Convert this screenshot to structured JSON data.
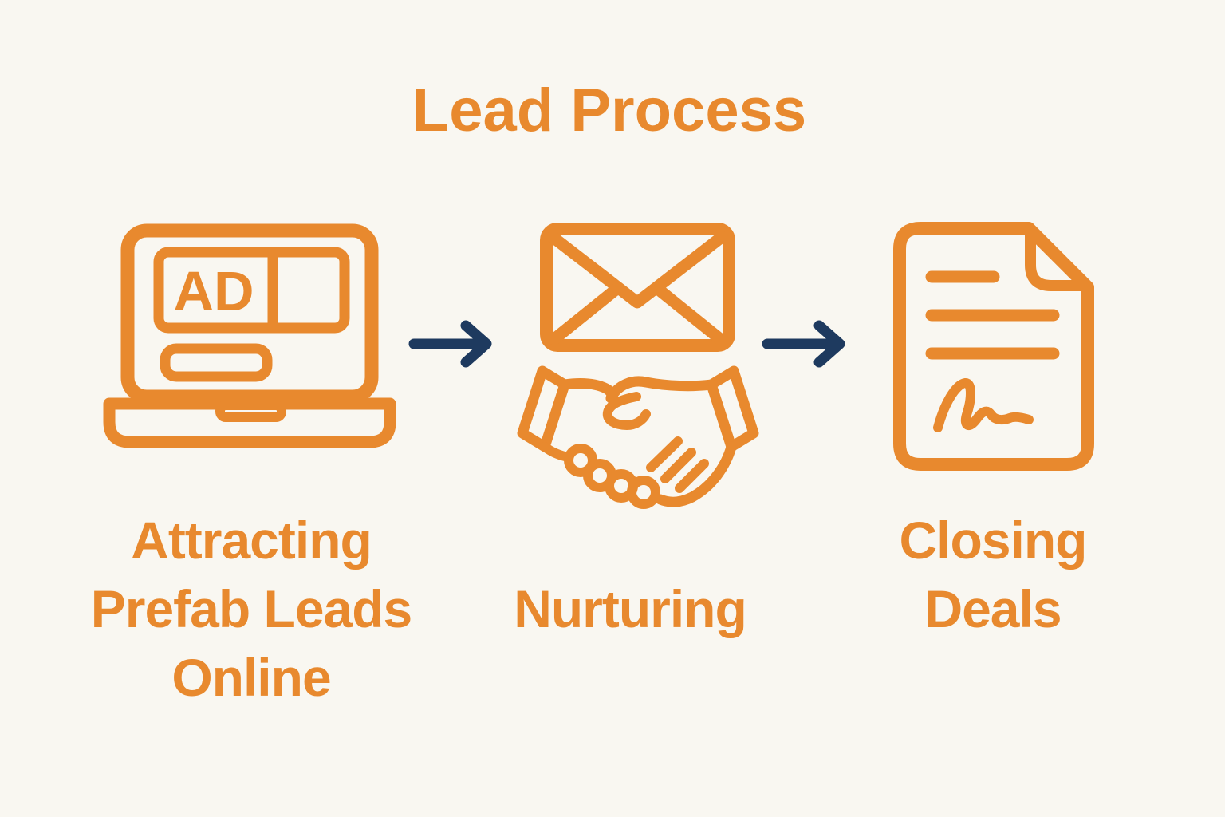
{
  "title": "Lead Process",
  "palette": {
    "orange": "#E8892E",
    "navy": "#1E3A5F",
    "background": "#F9F7F1"
  },
  "stages": [
    {
      "name": "attracting-prefab-leads-online",
      "label": "Attracting Prefab Leads Online",
      "label_lines": [
        "Attracting",
        "Prefab Leads",
        "Online"
      ],
      "icon": "laptop-ad-icon",
      "ad_text": "AD"
    },
    {
      "name": "nurturing",
      "label": "Nurturing",
      "label_lines": [
        "Nurturing"
      ],
      "icons": [
        "envelope-icon",
        "handshake-icon"
      ]
    },
    {
      "name": "closing-deals",
      "label": "Closing Deals",
      "label_lines": [
        "Closing",
        "Deals"
      ],
      "icon": "signed-document-icon"
    }
  ],
  "connectors": [
    {
      "type": "arrow-right"
    },
    {
      "type": "arrow-right"
    }
  ]
}
